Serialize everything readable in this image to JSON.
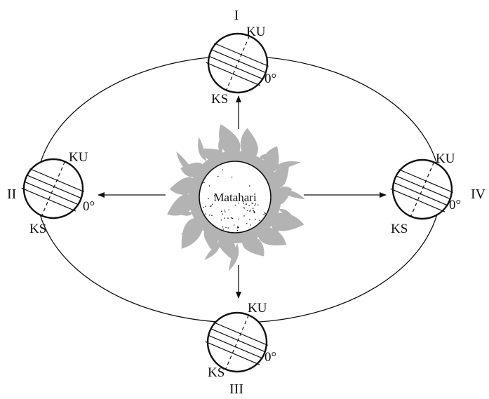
{
  "sun": {
    "label": "Matahari"
  },
  "positions": [
    {
      "numeral": "I",
      "north": "KU",
      "south": "KS",
      "equator": "0°"
    },
    {
      "numeral": "II",
      "north": "KU",
      "south": "KS",
      "equator": "0°"
    },
    {
      "numeral": "III",
      "north": "KU",
      "south": "KS",
      "equator": "0°"
    },
    {
      "numeral": "IV",
      "north": "KU",
      "south": "KS",
      "equator": "0°"
    }
  ],
  "colors": {
    "corona": "#b3b3b3",
    "line": "#111111",
    "background": "#ffffff"
  }
}
